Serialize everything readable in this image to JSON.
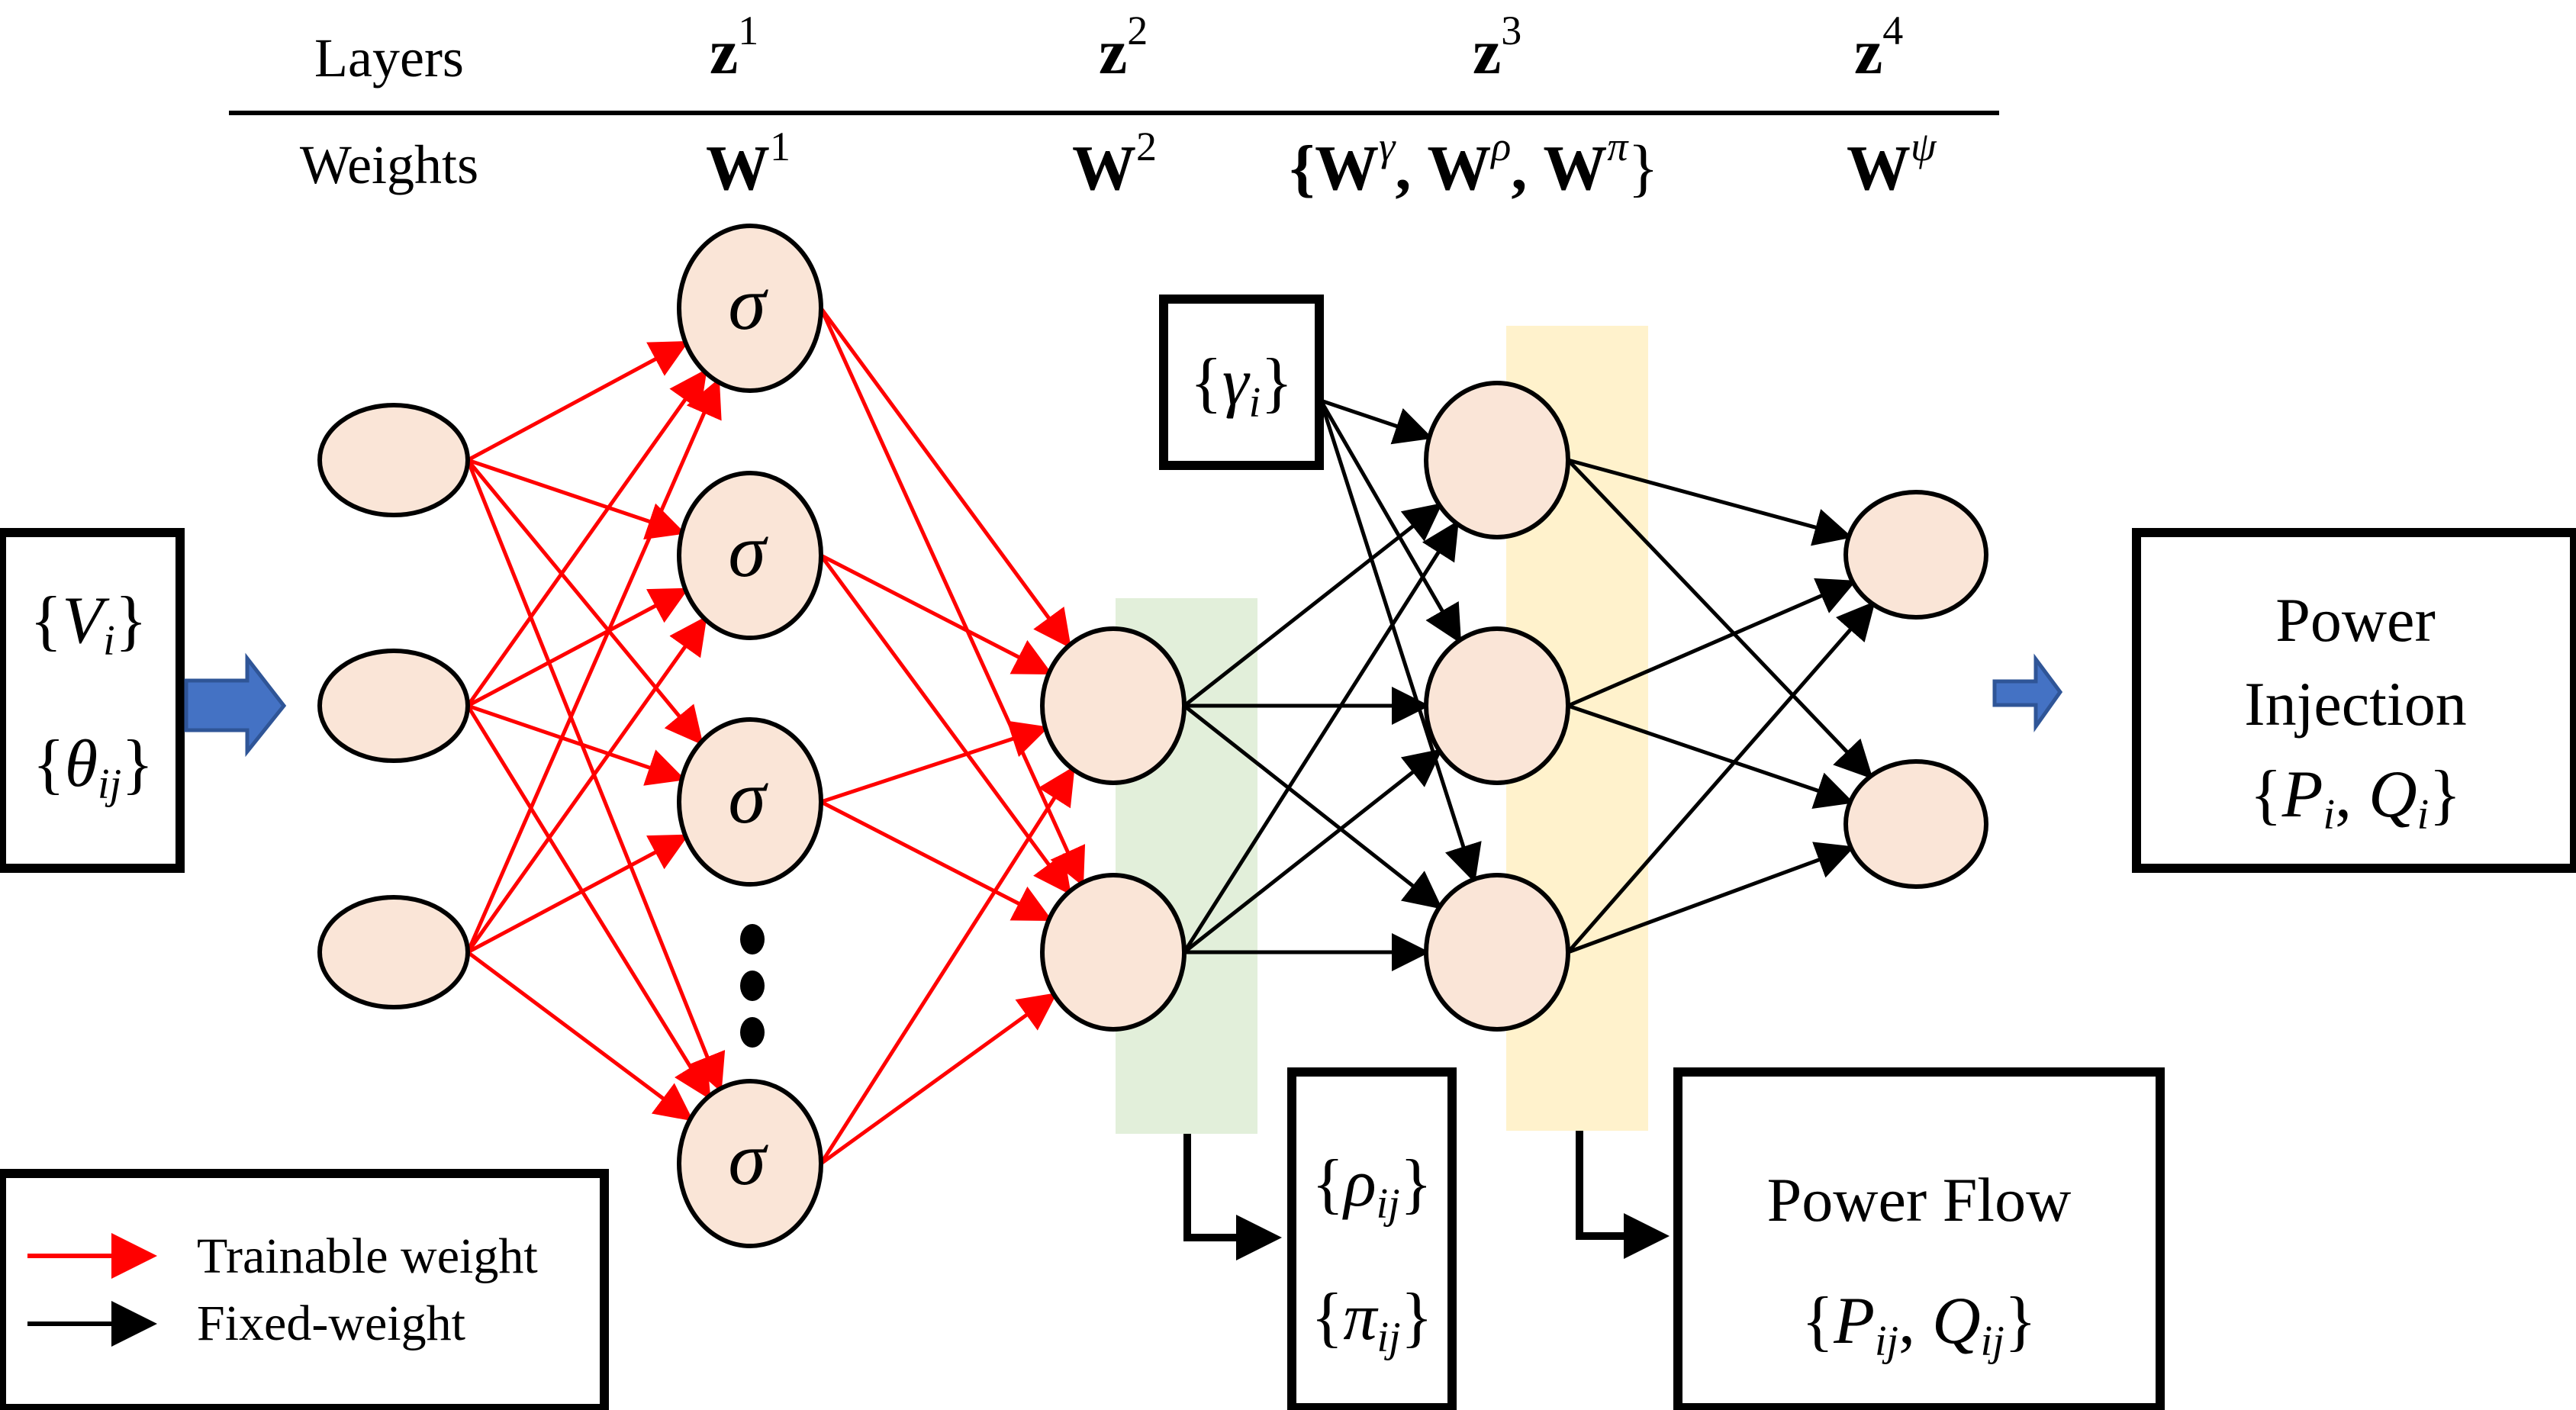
{
  "header": {
    "row_labels": {
      "layers": "Layers",
      "weights": "Weights"
    },
    "layers": [
      {
        "base": "z",
        "sup": "1"
      },
      {
        "base": "z",
        "sup": "2"
      },
      {
        "base": "z",
        "sup": "3"
      },
      {
        "base": "z",
        "sup": "4"
      }
    ],
    "weights": [
      {
        "text": "W",
        "sup": "1"
      },
      {
        "text": "W",
        "sup": "2"
      },
      {
        "text": "{W",
        "sup_gamma": "γ",
        "mid1": ", W",
        "sup_rho": "ρ",
        "mid2": ", W",
        "sup_pi": "π",
        "close": "}"
      },
      {
        "text": "W",
        "sup": "ψ"
      }
    ]
  },
  "input_box": {
    "line1": {
      "open": "{",
      "sym": "V",
      "sub": "i",
      "close": "}"
    },
    "line2": {
      "open": "{",
      "sym": "θ",
      "sub": "ij",
      "close": "}"
    }
  },
  "gamma_box": {
    "open": "{",
    "sym": "γ",
    "sub": "i",
    "close": "}"
  },
  "rho_pi_box": {
    "line1": {
      "open": "{",
      "sym": "ρ",
      "sub": "ij",
      "close": "}"
    },
    "line2": {
      "open": "{",
      "sym": "π",
      "sub": "ij",
      "close": "}"
    }
  },
  "power_flow_box": {
    "title": "Power Flow",
    "formula": {
      "open": "{",
      "sym1": "P",
      "sub1": "ij",
      "sep": ", ",
      "sym2": "Q",
      "sub2": "ij",
      "close": "}"
    }
  },
  "power_injection_box": {
    "title_line1": "Power",
    "title_line2": "Injection",
    "formula": {
      "open": "{",
      "sym1": "P",
      "sub1": "i",
      "sep": ", ",
      "sym2": "Q",
      "sub2": "i",
      "close": "}"
    }
  },
  "hidden_activation_symbol": "σ",
  "network": {
    "input_nodes": 3,
    "hidden_sigma_nodes": 4,
    "z2_nodes": 2,
    "z3_nodes": 3,
    "z4_nodes": 2,
    "ellipsis_between_sigma_nodes": true
  },
  "legend": {
    "items": [
      {
        "label": "Trainable weight",
        "color": "#ff0000"
      },
      {
        "label": "Fixed-weight",
        "color": "#000000"
      }
    ]
  },
  "colors": {
    "node_fill": "#fae5d7",
    "trainable_edge": "#ff0000",
    "fixed_edge": "#000000",
    "green_band": "#e2efda",
    "yellow_band": "#fff2cc",
    "arrow_blue": "#4472c4",
    "arrow_blue_border": "#2f5597"
  }
}
